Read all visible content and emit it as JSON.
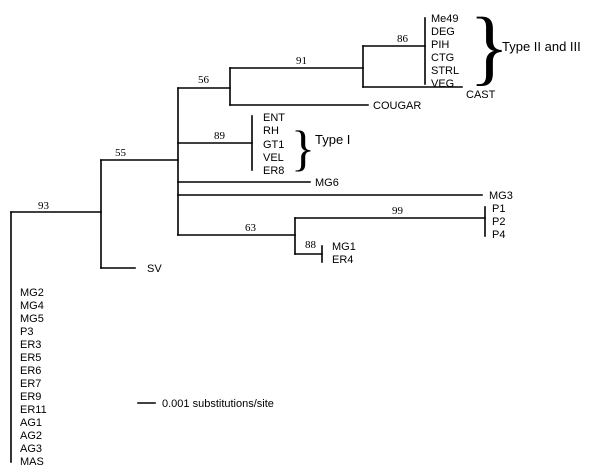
{
  "tree": {
    "bootstrap": {
      "root": "93",
      "main": "55",
      "upper": "56",
      "typeII_III": "91",
      "me49_group": "86",
      "typeI": "89",
      "p_clade": "63",
      "p_group": "99",
      "mg1_er4": "88"
    },
    "leaves": {
      "me49_group": [
        "Me49",
        "DEG",
        "PIH",
        "CTG",
        "STRL",
        "VEG"
      ],
      "cast": "CAST",
      "cougar": "COUGAR",
      "typeI_group": [
        "ENT",
        "RH",
        "GT1",
        "VEL",
        "ER8"
      ],
      "mg6": "MG6",
      "mg3": "MG3",
      "p_group": [
        "P1",
        "P2",
        "P4"
      ],
      "mg1_er4": [
        "MG1",
        "ER4"
      ],
      "sv": "SV",
      "root_group": [
        "MG2",
        "MG4",
        "MG5",
        "P3",
        "ER3",
        "ER5",
        "ER6",
        "ER7",
        "ER9",
        "ER11",
        "AG1",
        "AG2",
        "AG3",
        "MAS"
      ]
    },
    "group_labels": {
      "typeII_III": "Type II and III",
      "typeI": "Type I"
    },
    "scale_label": "0.001 substitutions/site"
  }
}
